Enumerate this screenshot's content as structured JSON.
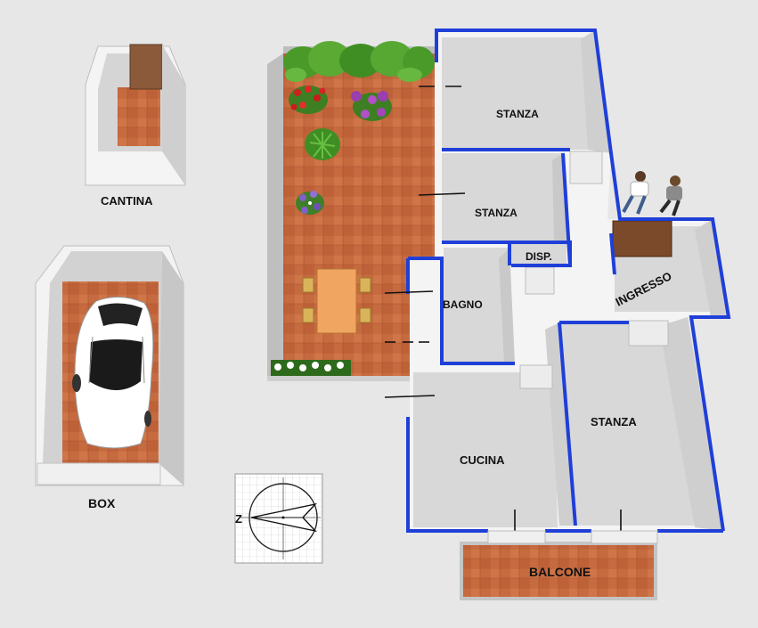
{
  "labels": {
    "cantina": "CANTINA",
    "box": "BOX",
    "stanza_1": "STANZA",
    "stanza_2": "STANZA",
    "disp": "DISP.",
    "bagno": "BAGNO",
    "ingresso": "INGRESSO",
    "stanza_3": "STANZA",
    "cucina": "CUCINA",
    "balcone": "BALCONE"
  },
  "compass": {
    "letter": "Z"
  },
  "colors": {
    "wall_blue": "#1f3fd8",
    "terracotta_floor": "#c8693f",
    "room_floor": "#d6d6d6",
    "background": "#e7e7e7",
    "grass": "#4a9a2a"
  }
}
